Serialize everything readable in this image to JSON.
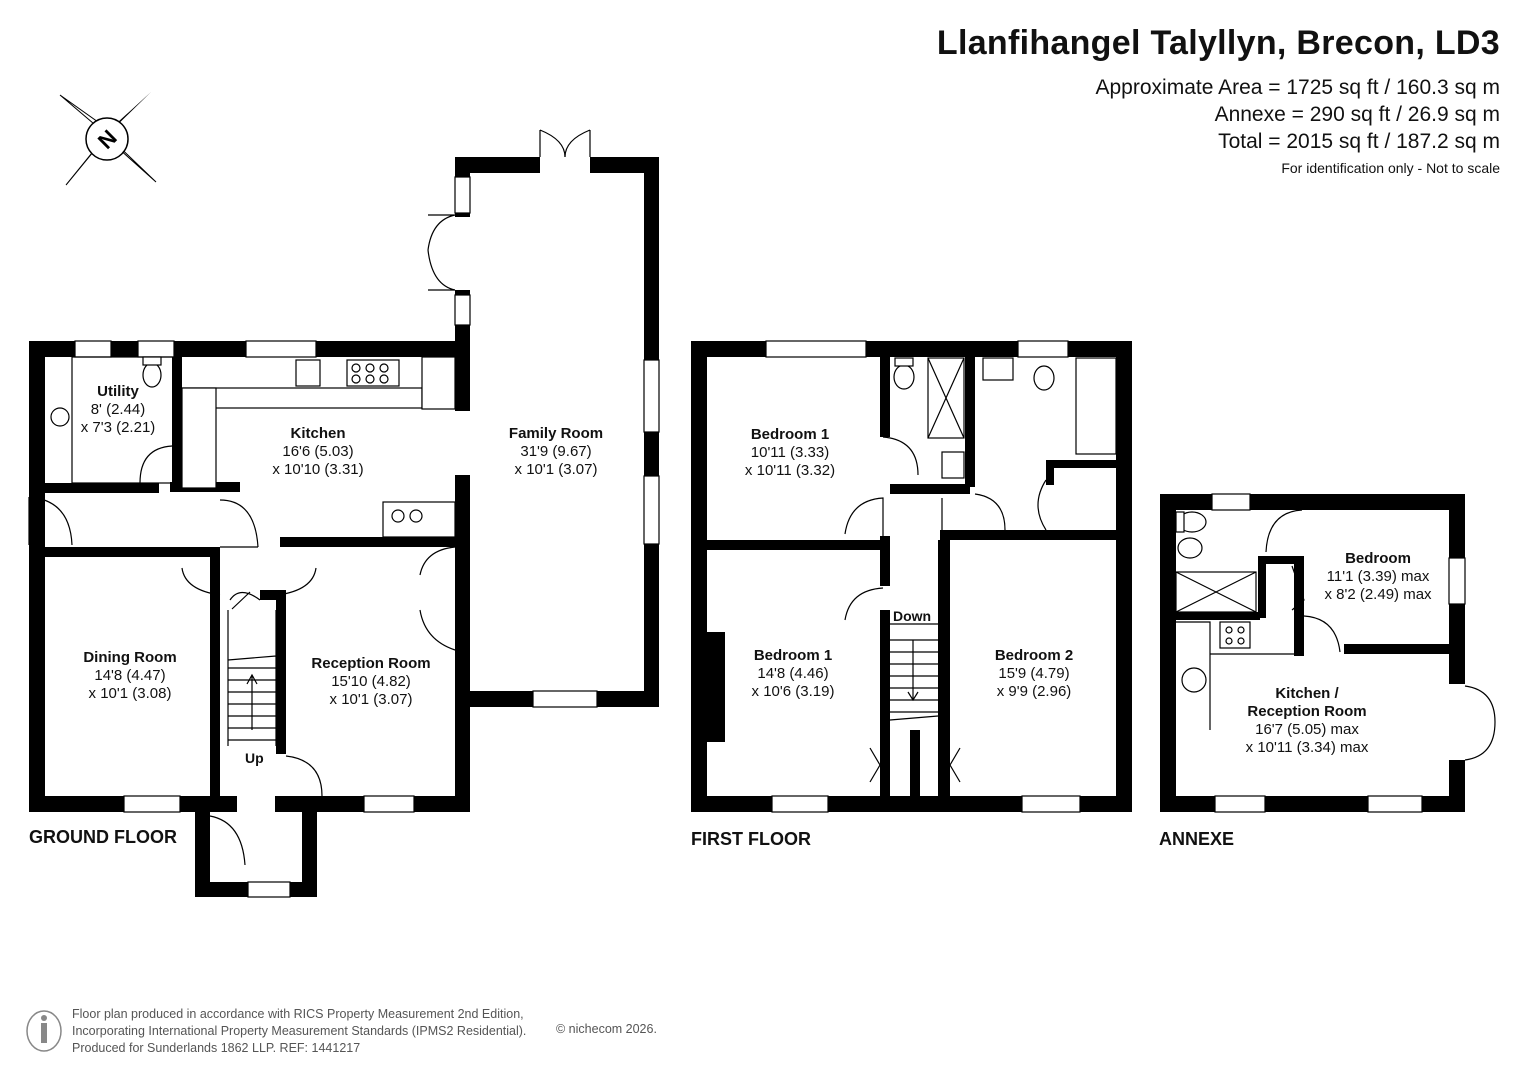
{
  "header": {
    "title": "Llanfihangel Talyllyn, Brecon, LD3",
    "approx_area": "Approximate Area = 1725 sq ft / 160.3 sq m",
    "annexe_area": "Annexe = 290 sq ft / 26.9 sq m",
    "total_area": "Total = 2015 sq ft / 187.2 sq m",
    "note": "For identification only - Not to scale"
  },
  "compass": {
    "letter": "N"
  },
  "floors": {
    "ground": {
      "label": "GROUND FLOOR",
      "rooms": [
        {
          "name": "Utility",
          "dim1": "8' (2.44)",
          "dim2": "x 7'3 (2.21)"
        },
        {
          "name": "Kitchen",
          "dim1": "16'6 (5.03)",
          "dim2": "x 10'10 (3.31)"
        },
        {
          "name": "Family Room",
          "dim1": "31'9 (9.67)",
          "dim2": "x 10'1 (3.07)"
        },
        {
          "name": "Dining Room",
          "dim1": "14'8 (4.47)",
          "dim2": "x 10'1 (3.08)"
        },
        {
          "name": "Reception Room",
          "dim1": "15'10 (4.82)",
          "dim2": "x 10'1 (3.07)"
        }
      ],
      "stair_tag": "Up"
    },
    "first": {
      "label": "FIRST FLOOR",
      "rooms": [
        {
          "name": "Bedroom 1",
          "dim1": "10'11 (3.33)",
          "dim2": "x 10'11 (3.32)"
        },
        {
          "name": "Bedroom 1",
          "dim1": "14'8 (4.46)",
          "dim2": "x 10'6 (3.19)"
        },
        {
          "name": "Bedroom 2",
          "dim1": "15'9 (4.79)",
          "dim2": "x 9'9 (2.96)"
        }
      ],
      "stair_tag": "Down"
    },
    "annexe": {
      "label": "ANNEXE",
      "rooms": [
        {
          "name": "Bedroom",
          "dim1": "11'1 (3.39) max",
          "dim2": "x 8'2 (2.49) max"
        },
        {
          "name": "Kitchen /",
          "name2": "Reception Room",
          "dim1": "16'7 (5.05) max",
          "dim2": "x 10'11 (3.34) max"
        }
      ]
    }
  },
  "footer": {
    "line1": "Floor plan produced in accordance with RICS Property Measurement 2nd Edition,",
    "line2": "Incorporating International Property Measurement Standards (IPMS2 Residential).",
    "line3": "Produced for Sunderlands 1862 LLP.   REF:  1441217",
    "copyright": "© nichecom 2026."
  }
}
